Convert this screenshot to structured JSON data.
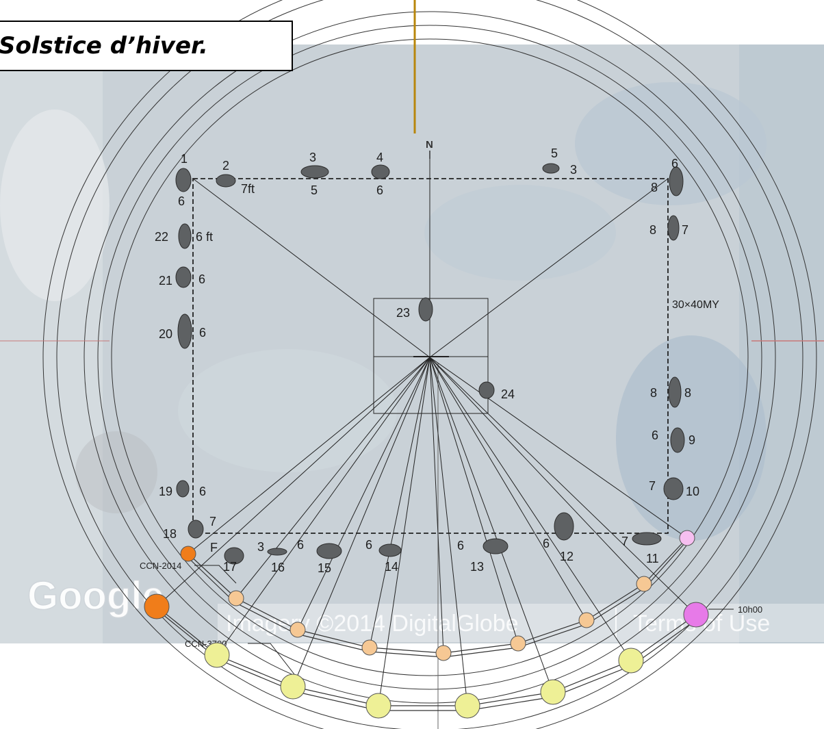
{
  "title": "Solstice d’hiver.",
  "compass_letter": "N",
  "dimension_label": "30×40MY",
  "watermark": {
    "logo": "Google",
    "imagery": "Imagery ©2014 DigitalGlobe",
    "terms": "Terms of Use"
  },
  "callouts": {
    "ccn_2014": "CCN-2014",
    "ccn_3700": "CCN-3700",
    "time": "10h00"
  },
  "stones": [
    {
      "id": "1",
      "size": "6"
    },
    {
      "id": "2",
      "size": "7ft"
    },
    {
      "id": "3",
      "size": "5"
    },
    {
      "id": "4",
      "size": "6"
    },
    {
      "id": "5",
      "size": "3"
    },
    {
      "id": "6",
      "size": "8"
    },
    {
      "id": "7",
      "size": "8"
    },
    {
      "id": "8",
      "size": "8"
    },
    {
      "id": "9",
      "size": "6"
    },
    {
      "id": "10",
      "size": "7"
    },
    {
      "id": "11",
      "size": "7"
    },
    {
      "id": "12",
      "size": "6"
    },
    {
      "id": "13",
      "size": "6"
    },
    {
      "id": "14",
      "size": "6"
    },
    {
      "id": "15",
      "size": "6"
    },
    {
      "id": "16",
      "size": "3"
    },
    {
      "id": "17",
      "size": "F"
    },
    {
      "id": "18",
      "size": "7"
    },
    {
      "id": "19",
      "size": "6"
    },
    {
      "id": "20",
      "size": "6"
    },
    {
      "id": "21",
      "size": "6"
    },
    {
      "id": "22",
      "size": "6 ft"
    },
    {
      "id": "23",
      "size": ""
    },
    {
      "id": "24",
      "size": ""
    }
  ],
  "colors": {
    "background": "#c9d2d8",
    "north_line": "#b8860b",
    "ew_line": "#c87878",
    "orange": "#f07d1a",
    "peach": "#f6c894",
    "yellow": "#eef096",
    "pink_light": "#f6bff0",
    "magenta": "#e77ae8",
    "stone": "#555555"
  }
}
